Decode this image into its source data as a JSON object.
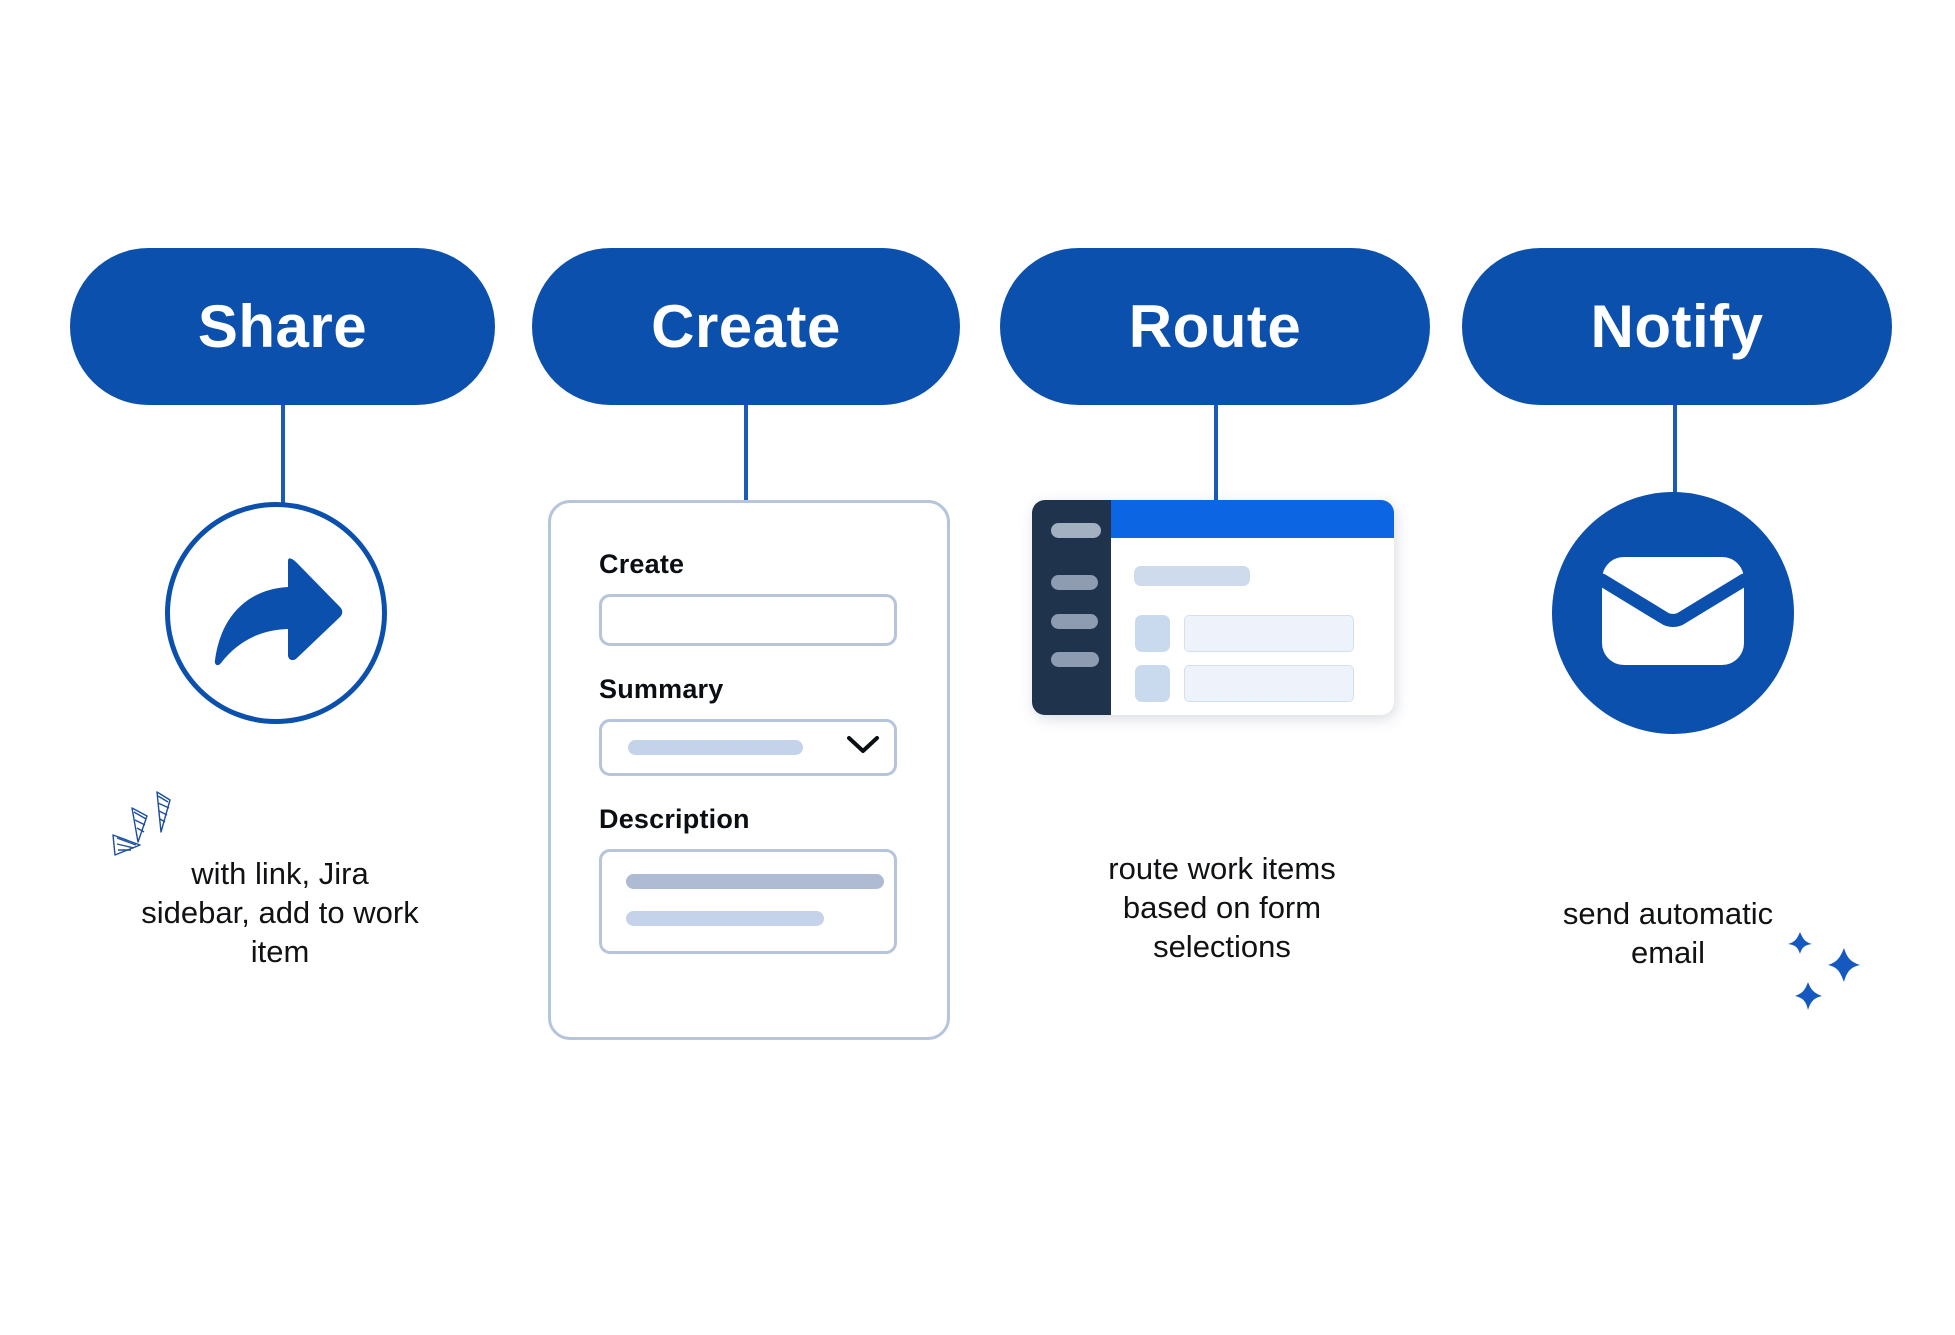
{
  "theme": {
    "pill_blue": "#0b50ad",
    "connector_blue": "#1a5bb8",
    "header_blue": "#0c66e4",
    "sidebar_navy": "#1f334c",
    "field_border": "#b6c4dc",
    "skeleton_light": "#c5d3ea",
    "skeleton_dark": "#aebbd2",
    "text_dark": "#101214",
    "white": "#ffffff"
  },
  "steps": [
    {
      "id": "share",
      "pill_label": "Share",
      "icon": "share-arrow-icon",
      "caption": "with link, Jira sidebar, add to work item"
    },
    {
      "id": "create",
      "pill_label": "Create",
      "icon": "create-form-card",
      "caption": ""
    },
    {
      "id": "route",
      "pill_label": "Route",
      "icon": "browser-window-mockup",
      "caption": "route work items based on form selections"
    },
    {
      "id": "notify",
      "pill_label": "Notify",
      "icon": "envelope-icon",
      "caption": "send automatic email"
    }
  ],
  "create_card": {
    "fields": [
      {
        "label": "Create",
        "type": "text-input",
        "value": ""
      },
      {
        "label": "Summary",
        "type": "select",
        "value": "",
        "has_chevron": true
      },
      {
        "label": "Description",
        "type": "textarea",
        "value": ""
      }
    ]
  },
  "route_mockup": {
    "sidebar_nav_item_count": 4,
    "header_color": "#0c66e4",
    "form_row_count": 2
  },
  "decorations": [
    {
      "name": "confetti-doodle",
      "near": "share"
    },
    {
      "name": "birds-doodle",
      "near": "notify"
    }
  ]
}
